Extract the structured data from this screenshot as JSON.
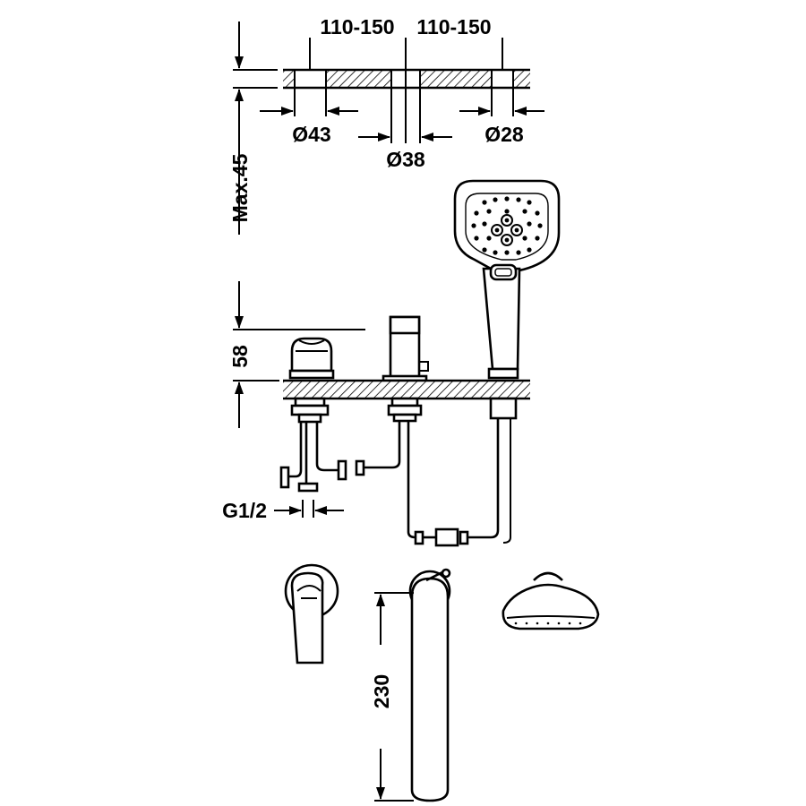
{
  "dimensions": {
    "spacing_left": "110-150",
    "spacing_right": "110-150",
    "dia_left": "Ø43",
    "dia_center": "Ø38",
    "dia_right": "Ø28",
    "deck_max": "Max.45",
    "height": "58",
    "thread": "G1/2",
    "spout_length": "230"
  },
  "colors": {
    "line": "#000000",
    "background": "#ffffff"
  }
}
